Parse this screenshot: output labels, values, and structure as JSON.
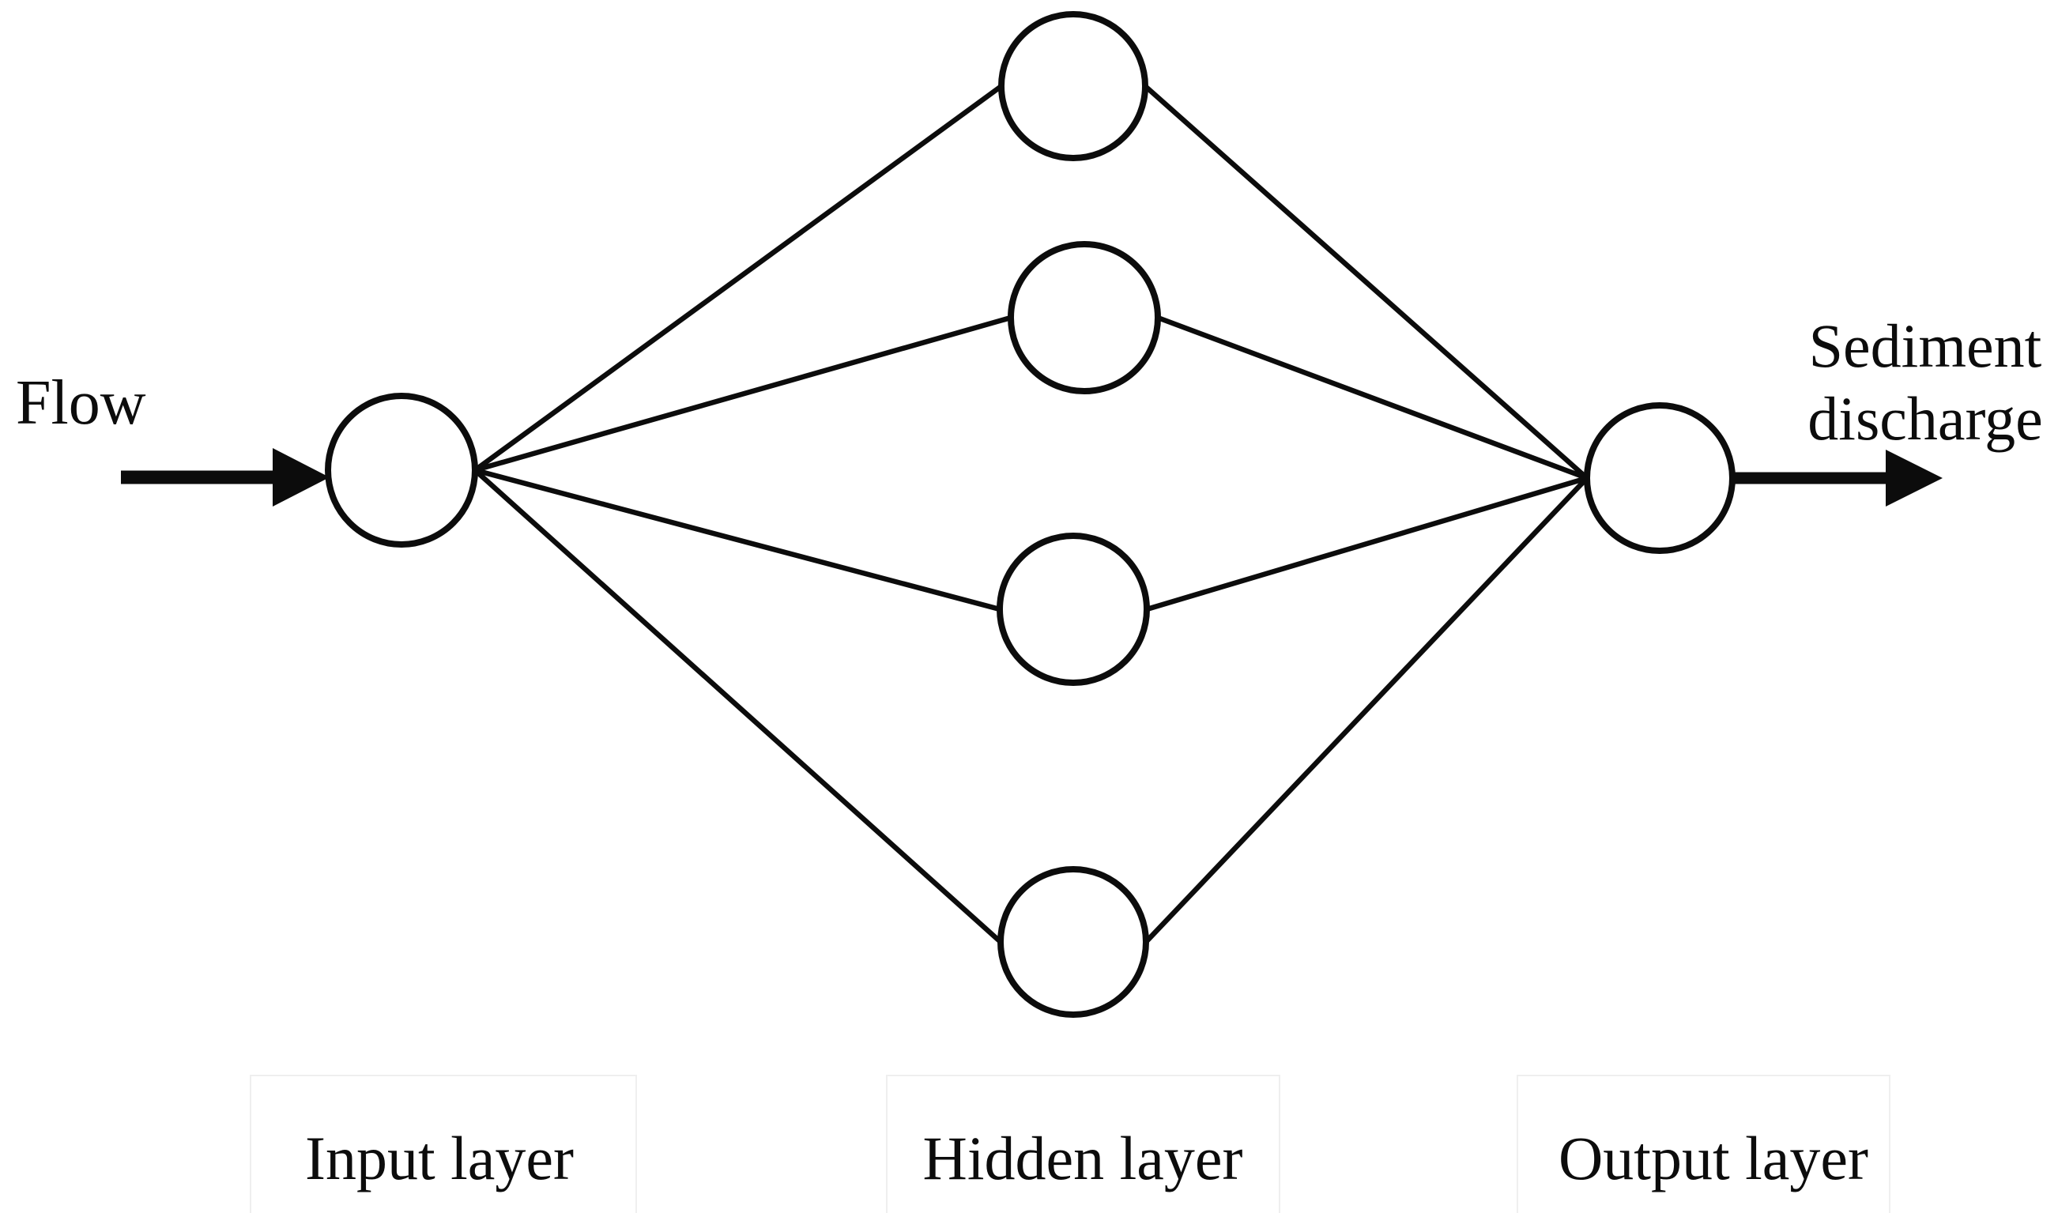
{
  "diagram": {
    "type": "feedforward neural network",
    "input_label": "Flow",
    "output_label": "Sediment\ndischarge",
    "layers": [
      {
        "name": "Input layer",
        "nodes": 1
      },
      {
        "name": "Hidden layer",
        "nodes": 4
      },
      {
        "name": "Output layer",
        "nodes": 1
      }
    ],
    "connections": {
      "input_to_hidden": 4,
      "hidden_to_output": 4
    },
    "colors": {
      "ink": "#0c0c0c",
      "background": "#ffffff",
      "faint_cell_border": "#efefef"
    }
  }
}
